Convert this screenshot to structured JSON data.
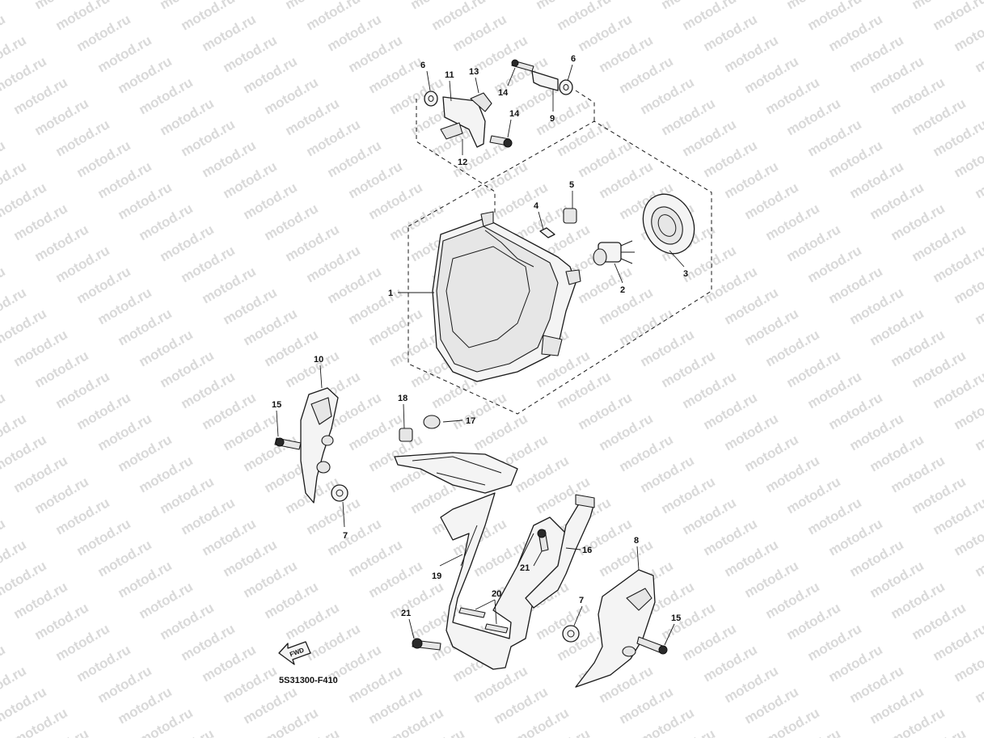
{
  "watermark": "motod.ru",
  "drawing_code": "5S31300-F410",
  "fwd_label": "FWD",
  "callouts": {
    "c1": "1",
    "c2": "2",
    "c3": "3",
    "c4": "4",
    "c5": "5",
    "c6a": "6",
    "c6b": "6",
    "c7a": "7",
    "c7b": "7",
    "c8": "8",
    "c9": "9",
    "c10": "10",
    "c11": "11",
    "c12": "12",
    "c13": "13",
    "c14a": "14",
    "c14b": "14",
    "c15a": "15",
    "c15b": "15",
    "c16": "16",
    "c17": "17",
    "c18": "18",
    "c19": "19",
    "c20": "20",
    "c21a": "21",
    "c21b": "21"
  }
}
